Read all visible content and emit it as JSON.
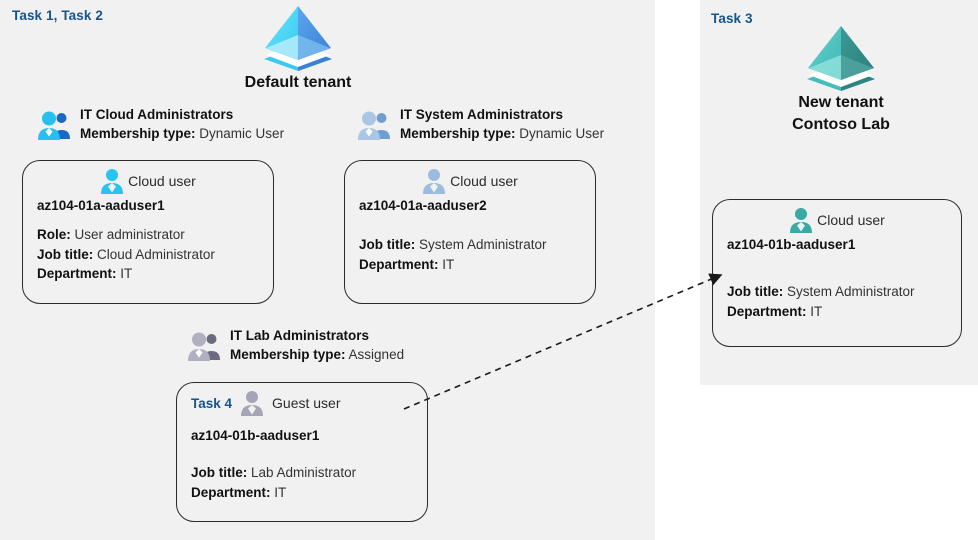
{
  "panels": {
    "left": {
      "task_label": "Task 1, Task 2"
    },
    "right": {
      "task_label": "Task 3"
    }
  },
  "tenants": [
    {
      "id": "default-tenant",
      "name": "Default tenant",
      "icon": "azure-ad-tenant-icon",
      "colors": {
        "left_face": "#4ad9f5",
        "right_face": "#4a90e2",
        "base": "#3fc8ee"
      }
    },
    {
      "id": "new-tenant",
      "name_line1": "New  tenant",
      "name_line2": "Contoso Lab",
      "icon": "azure-ad-tenant-icon",
      "colors": {
        "left_face": "#4fc3bf",
        "right_face": "#2f8f8b",
        "base": "#3aa9a4"
      }
    }
  ],
  "groups": [
    {
      "id": "it-cloud-administrators",
      "title": "IT Cloud Administrators",
      "membership_label": "Membership type:",
      "membership_value": "Dynamic User",
      "icon": "group-users-icon",
      "icon_color": "#1fb6e8"
    },
    {
      "id": "it-system-administrators",
      "title": "IT System Administrators",
      "membership_label": "Membership type:",
      "membership_value": "Dynamic User",
      "icon": "group-users-icon",
      "icon_color": "#8fb4dc"
    },
    {
      "id": "it-lab-administrators",
      "title": "IT Lab Administrators",
      "membership_label": "Membership type:",
      "membership_value": "Assigned",
      "icon": "group-users-icon",
      "icon_color": "#9b9bad"
    }
  ],
  "cards": [
    {
      "id": "card-aaduser1-default",
      "task_label": "",
      "user_type": "Cloud user",
      "user_icon": "cloud-user-icon",
      "user_icon_color": "#29c3f0",
      "upn": "az104-01a-aaduser1",
      "props": [
        {
          "label": "Role:",
          "value": "User administrator"
        },
        {
          "label": "Job title:",
          "value": "Cloud Administrator"
        },
        {
          "label": "Department:",
          "value": "IT"
        }
      ]
    },
    {
      "id": "card-aaduser2-default",
      "task_label": "",
      "user_type": "Cloud user",
      "user_icon": "cloud-user-icon",
      "user_icon_color": "#8fb4dc",
      "upn": "az104-01a-aaduser2",
      "props": [
        {
          "label": "Job title:",
          "value": "System Administrator"
        },
        {
          "label": "Department:",
          "value": "IT"
        }
      ]
    },
    {
      "id": "card-guest-aaduser1b",
      "task_label": "Task 4",
      "user_type": "Guest user",
      "user_icon": "guest-user-icon",
      "user_icon_color": "#9b9bad",
      "upn": "az104-01b-aaduser1",
      "props": [
        {
          "label": "Job title:",
          "value": "Lab Administrator"
        },
        {
          "label": "Department:",
          "value": "IT"
        }
      ]
    },
    {
      "id": "card-aaduser1b-contoso",
      "task_label": "",
      "user_type": "Cloud user",
      "user_icon": "cloud-user-icon",
      "user_icon_color": "#3aa9a4",
      "upn": "az104-01b-aaduser1",
      "props": [
        {
          "label": "Job title:",
          "value": "System Administrator"
        },
        {
          "label": "Department:",
          "value": "IT"
        }
      ]
    }
  ],
  "connector": {
    "id": "guest-to-cloud-user-arrow",
    "style": "dashed-arrow",
    "color": "#1a1a1a",
    "from": "card-guest-aaduser1b",
    "to": "card-aaduser1b-contoso"
  },
  "theme": {
    "panel_background": "#f1f1f1",
    "page_background": "#ffffff",
    "task_accent": "#15558c",
    "card_border": "#2b2b2b",
    "text_primary": "#111111",
    "text_secondary": "#333333"
  }
}
